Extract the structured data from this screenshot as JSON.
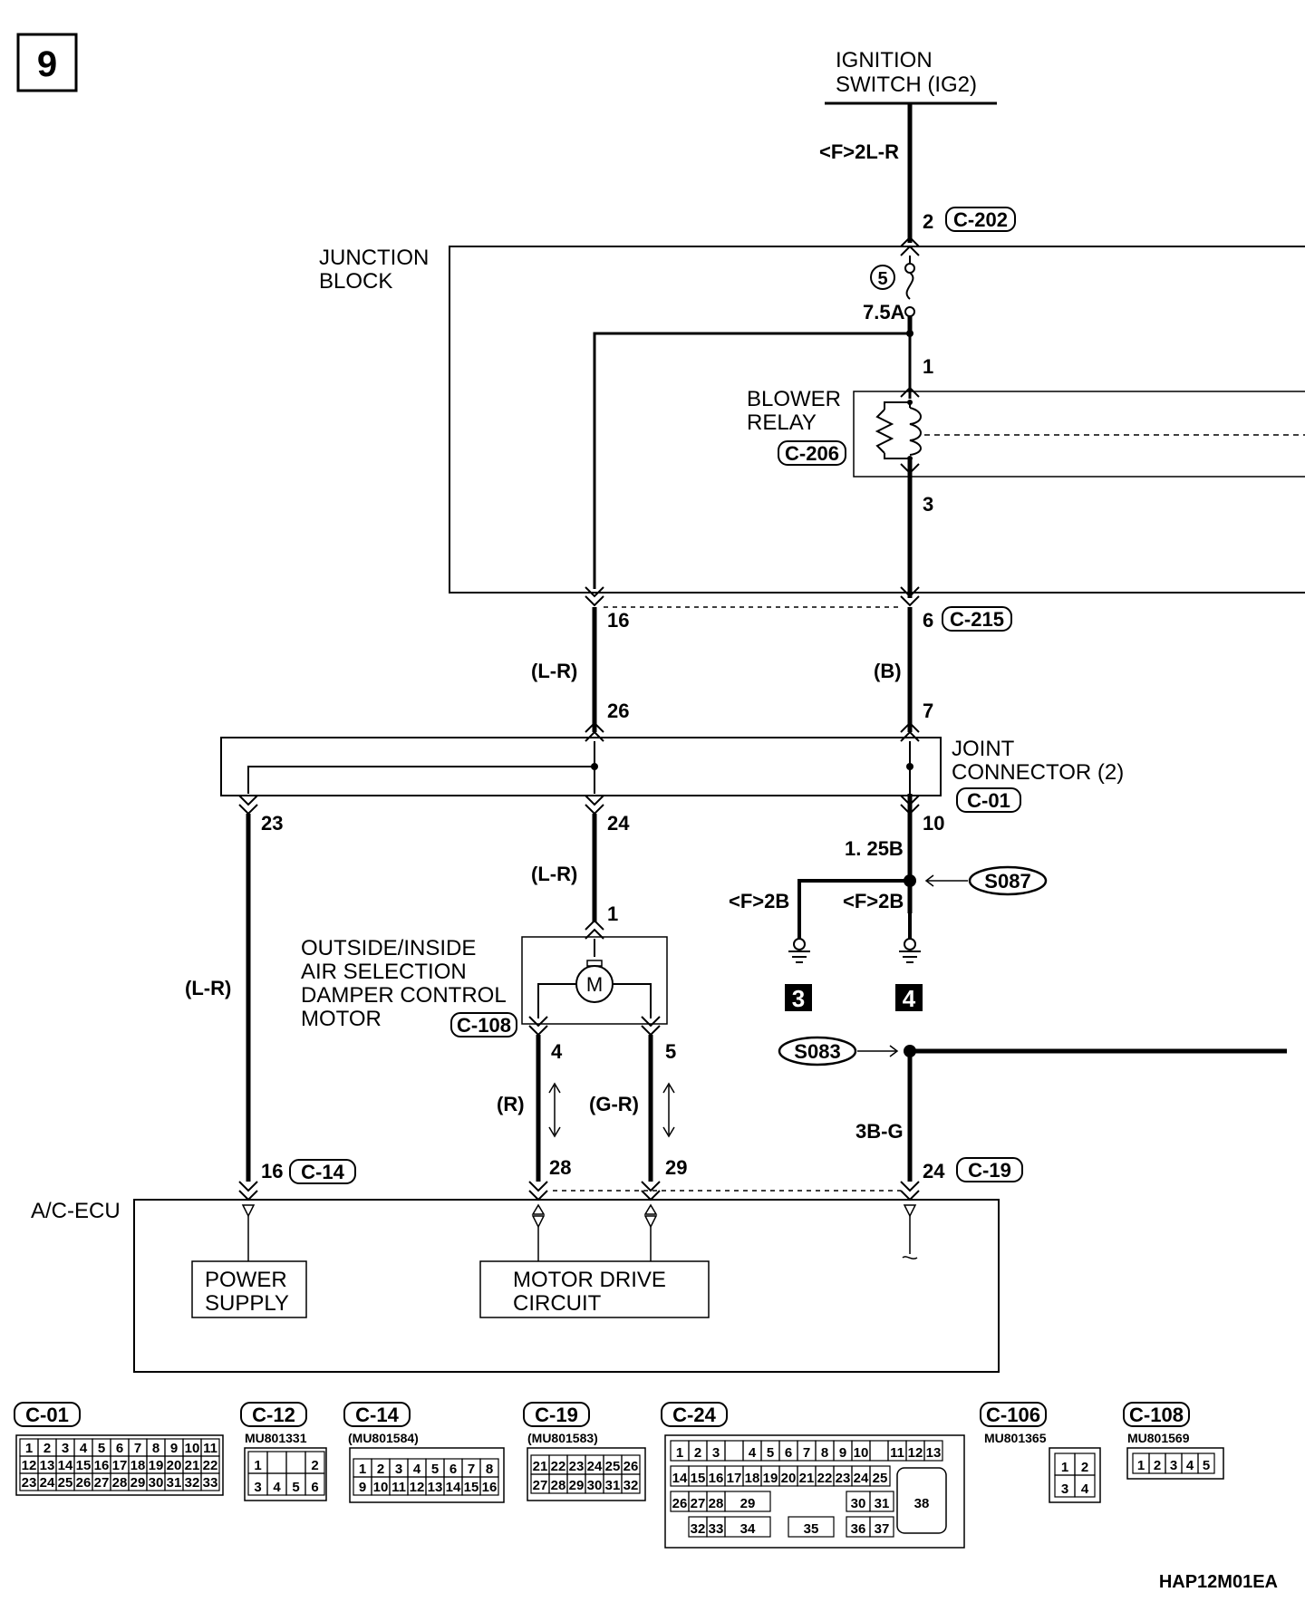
{
  "page_number": "9",
  "figure_code": "HAP12M01EA",
  "ignition": {
    "line1": "IGNITION",
    "line2": "SWITCH (IG2)"
  },
  "wire_ig": "<F>2L-R",
  "pin_c202": "2",
  "tag_c202": "C-202",
  "junction_block": {
    "line1": "JUNCTION",
    "line2": "BLOCK"
  },
  "fuse": {
    "number": "5",
    "rating": "7.5A"
  },
  "pin_relay_1": "1",
  "blower_relay": {
    "line1": "BLOWER",
    "line2": "RELAY",
    "tag": "C-206"
  },
  "pin_relay_3": "3",
  "pin_16": "16",
  "pin_6": "6",
  "tag_c215": "C-215",
  "wire_lr_1": "(L-R)",
  "wire_b": "(B)",
  "pin_26": "26",
  "pin_7": "7",
  "joint_connector": {
    "line1": "JOINT",
    "line2": "CONNECTOR (2)",
    "tag": "C-01"
  },
  "pin_23": "23",
  "pin_24": "24",
  "pin_10": "10",
  "wire_125b": "1. 25B",
  "splice_s087": "S087",
  "wire_f2b_left": "<F>2B",
  "wire_f2b_right": "<F>2B",
  "ground_3": "3",
  "ground_4": "4",
  "wire_lr_2": "(L-R)",
  "wire_lr_3": "(L-R)",
  "pin_motor_1": "1",
  "motor": {
    "line1": "OUTSIDE/INSIDE",
    "line2": "AIR SELECTION",
    "line3": "DAMPER CONTROL",
    "line4": "MOTOR",
    "tag": "C-108"
  },
  "pin_4": "4",
  "pin_5": "5",
  "splice_s083": "S083",
  "wire_r": "(R)",
  "wire_gr": "(G-R)",
  "wire_3bg": "3B-G",
  "pin_28": "28",
  "pin_29": "29",
  "pin_ecu_16": "16",
  "tag_c14": "C-14",
  "pin_ecu_24": "24",
  "tag_c19": "C-19",
  "ecu": {
    "label": "A/C-ECU"
  },
  "power_supply": {
    "line1": "POWER",
    "line2": "SUPPLY"
  },
  "motor_drive": {
    "line1": "MOTOR DRIVE",
    "line2": "CIRCUIT"
  },
  "conn_faces": {
    "c01": {
      "tag": "C-01",
      "rows": [
        [
          "1",
          "2",
          "3",
          "4",
          "5",
          "6",
          "7",
          "8",
          "9",
          "10",
          "11"
        ],
        [
          "12",
          "13",
          "14",
          "15",
          "16",
          "17",
          "18",
          "19",
          "20",
          "21",
          "22"
        ],
        [
          "23",
          "24",
          "25",
          "26",
          "27",
          "28",
          "29",
          "30",
          "31",
          "32",
          "33"
        ]
      ]
    },
    "c12": {
      "tag": "C-12",
      "part": "MU801331",
      "rows": [
        [
          "1",
          "",
          "",
          "2"
        ],
        [
          "3",
          "4",
          "5",
          "6"
        ]
      ]
    },
    "c14": {
      "tag": "C-14",
      "part": "(MU801584)",
      "rows": [
        [
          "1",
          "2",
          "3",
          "4",
          "5",
          "6",
          "7",
          "8"
        ],
        [
          "9",
          "10",
          "11",
          "12",
          "13",
          "14",
          "15",
          "16"
        ]
      ]
    },
    "c19": {
      "tag": "C-19",
      "part": "(MU801583)",
      "rows": [
        [
          "21",
          "22",
          "23",
          "24",
          "25",
          "26"
        ],
        [
          "27",
          "28",
          "29",
          "30",
          "31",
          "32"
        ]
      ]
    },
    "c24": {
      "tag": "C-24",
      "row1": [
        "1",
        "2",
        "3",
        "",
        "4",
        "5",
        "6",
        "7",
        "8",
        "9",
        "10",
        "",
        "11",
        "12",
        "13"
      ],
      "row2": [
        "14",
        "15",
        "16",
        "17",
        "18",
        "19",
        "20",
        "21",
        "22",
        "23",
        "24",
        "25"
      ],
      "row3": [
        "26",
        "27",
        "28",
        "29",
        "30",
        "31"
      ],
      "row4": [
        "32",
        "33",
        "34",
        "35",
        "36",
        "37"
      ],
      "big": "38"
    },
    "c106": {
      "tag": "C-106",
      "part": "MU801365",
      "rows": [
        [
          "1",
          "2"
        ],
        [
          "3",
          "4"
        ]
      ]
    },
    "c108": {
      "tag": "C-108",
      "part": "MU801569",
      "cells": [
        "1",
        "2",
        "3",
        "4",
        "5"
      ]
    }
  }
}
